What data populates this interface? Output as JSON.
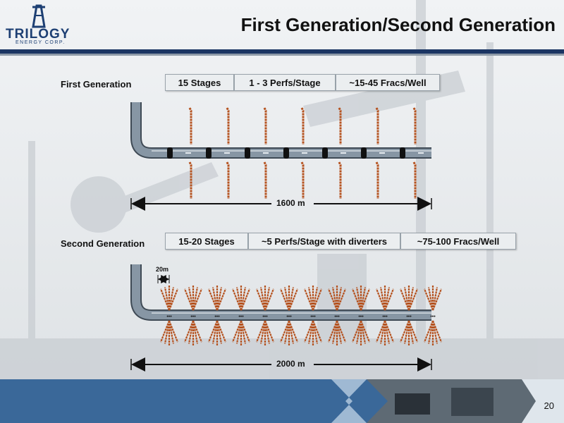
{
  "logo": {
    "name": "TRILOGY",
    "sub": "ENERGY CORP."
  },
  "title": "First Generation/Second Generation",
  "first_gen": {
    "label": "First Generation",
    "boxes": [
      "15 Stages",
      "1 - 3 Perfs/Stage",
      "~15-45 Fracs/Well"
    ],
    "length_label": "1600 m",
    "frac_count": 7,
    "packer_count": 7
  },
  "second_gen": {
    "label": "Second Generation",
    "boxes": [
      "15-20 Stages",
      "~5 Perfs/Stage with diverters",
      "~75-100 Fracs/Well"
    ],
    "spacing_label": "20m",
    "length_label": "2000 m",
    "cluster_count": 12
  },
  "page_number": "20",
  "colors": {
    "navy": "#1b3563",
    "pipe": "#6f7f8f",
    "frac": "#b5521f"
  }
}
